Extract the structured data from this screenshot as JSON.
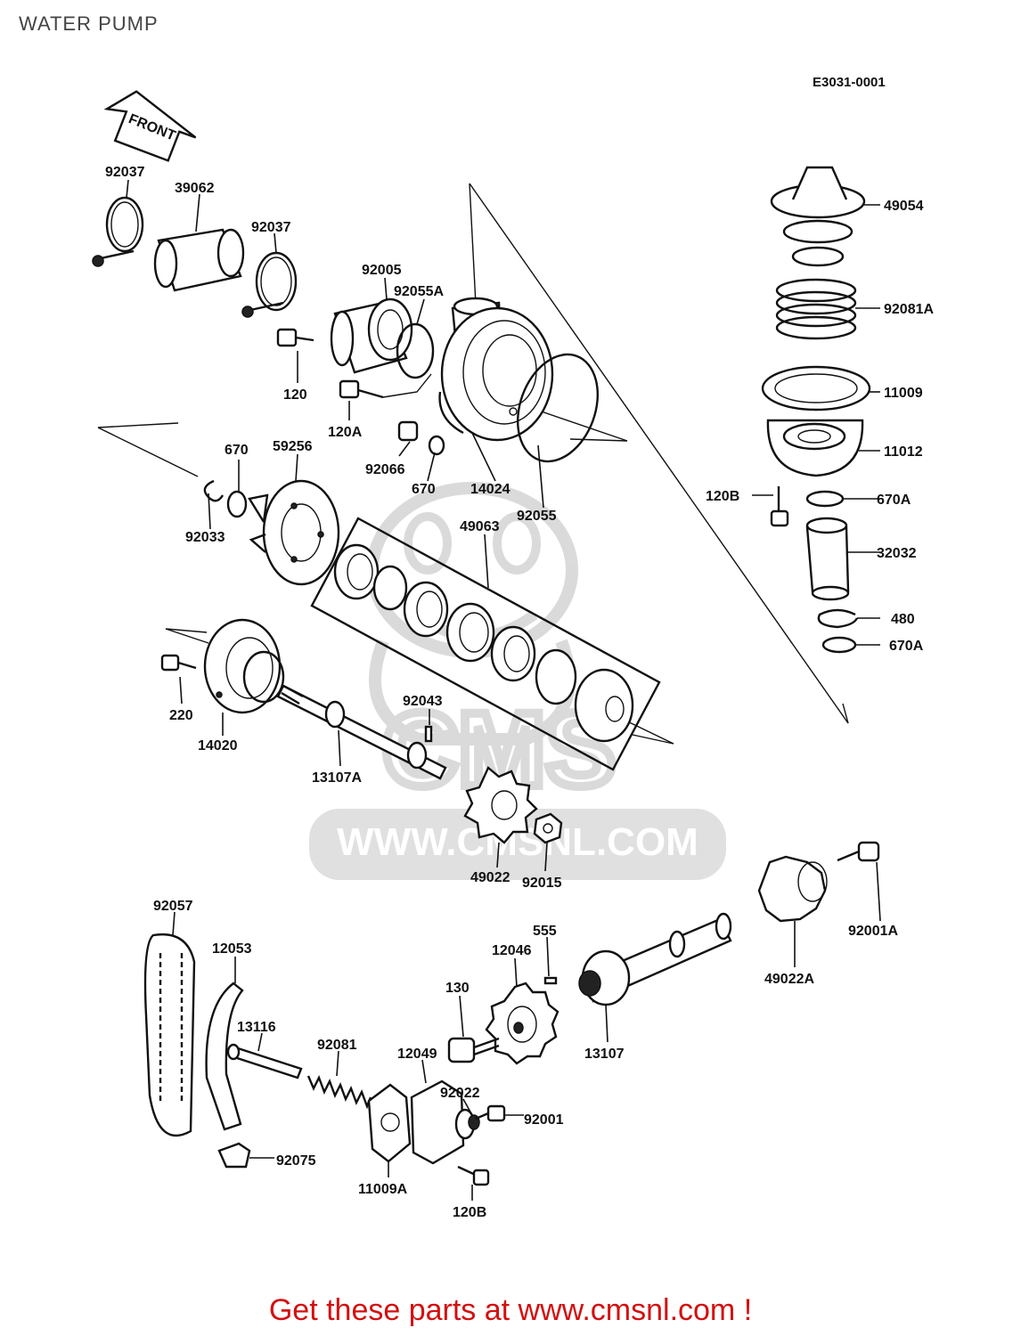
{
  "title": "WATER PUMP",
  "diagram_code": "E3031-0001",
  "direction_arrow": "FRONT",
  "watermark": {
    "logo": "CMS",
    "url": "WWW.CMSNL.COM",
    "color": "#bdbdbd"
  },
  "footer": {
    "text": "Get these parts at www.cmsnl.com !",
    "color": "#d31010"
  },
  "part_labels": [
    "92037",
    "39062",
    "92037",
    "92005",
    "92055A",
    "120",
    "120A",
    "92066",
    "670",
    "14024",
    "92055",
    "670",
    "59256",
    "92033",
    "49063",
    "49054",
    "92081A",
    "11009",
    "11012",
    "120B",
    "670A",
    "32032",
    "480",
    "670A",
    "220",
    "14020",
    "13107A",
    "92043",
    "49022",
    "92015",
    "92001A",
    "49022A",
    "92057",
    "12053",
    "555",
    "12046",
    "130",
    "13107",
    "13116",
    "92081",
    "12049",
    "92022",
    "92001",
    "92075",
    "11009A",
    "120B"
  ]
}
